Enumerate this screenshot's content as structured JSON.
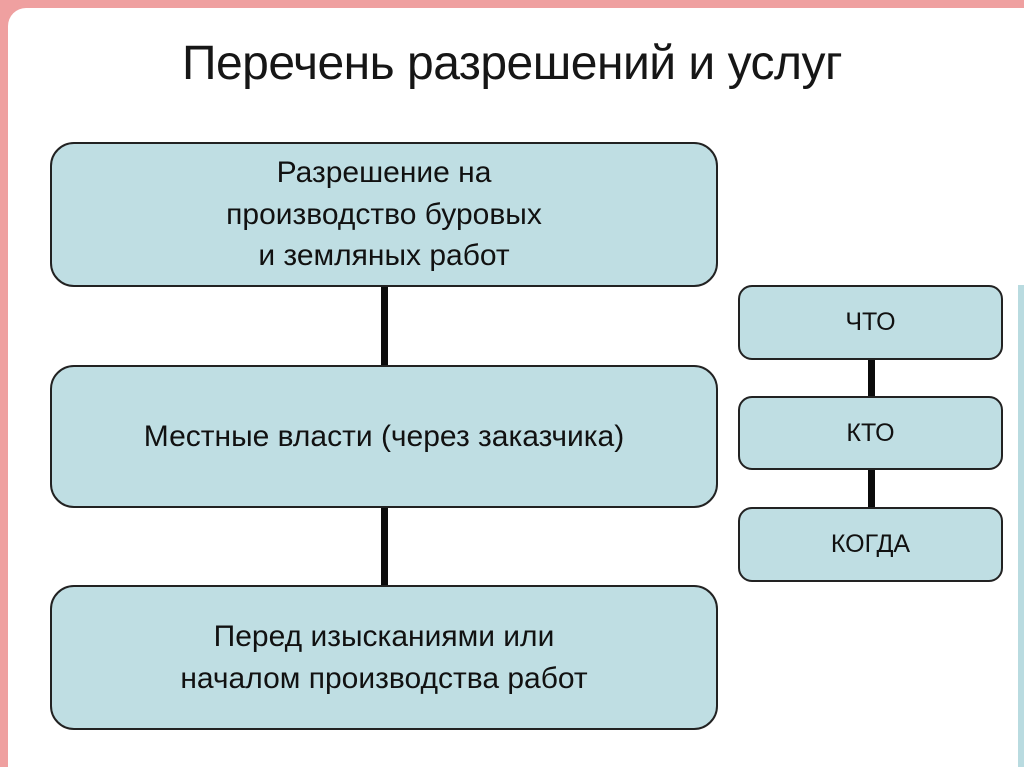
{
  "slide": {
    "title": "Перечень разрешений и услуг",
    "colors": {
      "edge_pink": "#efa0a0",
      "edge_blue": "#b9dbe0",
      "box_fill": "#bfdee3",
      "box_border": "#222222",
      "connector": "#0b0b0b",
      "text": "#111111"
    }
  },
  "diagram": {
    "left_boxes": [
      {
        "text": "Разрешение на\nпроизводство буровых\nи земляных работ"
      },
      {
        "text": "Местные власти (через заказчика)"
      },
      {
        "text": "Перед изысканиями или\nначалом производства работ"
      }
    ],
    "right_boxes": [
      {
        "label": "ЧТО"
      },
      {
        "label": "КТО"
      },
      {
        "label": "КОГДА"
      }
    ]
  }
}
